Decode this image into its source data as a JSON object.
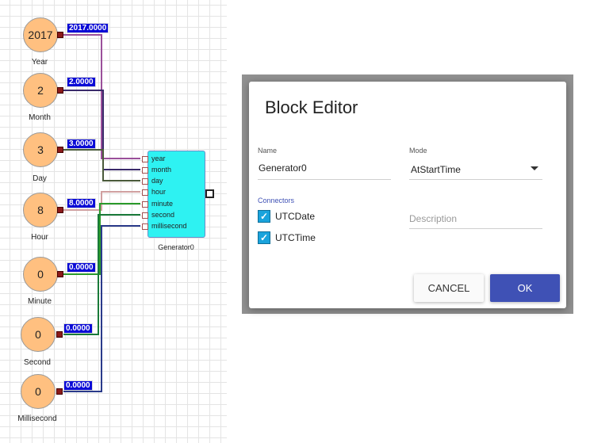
{
  "canvas": {
    "nodes": [
      {
        "value": "2017",
        "label": "Year",
        "output": "2017.0000"
      },
      {
        "value": "2",
        "label": "Month",
        "output": "2.0000"
      },
      {
        "value": "3",
        "label": "Day",
        "output": "3.0000"
      },
      {
        "value": "8",
        "label": "Hour",
        "output": "8.0000"
      },
      {
        "value": "0",
        "label": "Minute",
        "output": "0.0000"
      },
      {
        "value": "0",
        "label": "Second",
        "output": "0.0000"
      },
      {
        "value": "0",
        "label": "Millisecond",
        "output": "0.0000"
      }
    ],
    "generator": {
      "name": "Generator0",
      "inputs": [
        "year",
        "month",
        "day",
        "hour",
        "minute",
        "second",
        "millisecond"
      ]
    }
  },
  "dialog": {
    "title": "Block Editor",
    "name_label": "Name",
    "name_value": "Generator0",
    "mode_label": "Mode",
    "mode_value": "AtStartTime",
    "connectors_label": "Connectors",
    "connectors": [
      {
        "label": "UTCDate",
        "checked": true
      },
      {
        "label": "UTCTime",
        "checked": true
      }
    ],
    "description_placeholder": "Description",
    "cancel_label": "CANCEL",
    "ok_label": "OK"
  },
  "colors": {
    "node_fill": "#ffc080",
    "generator_fill": "#2ef2f2",
    "value_label_bg": "#0a0ad6",
    "ok_button": "#3f51b5",
    "checkbox": "#1aa3dc"
  }
}
